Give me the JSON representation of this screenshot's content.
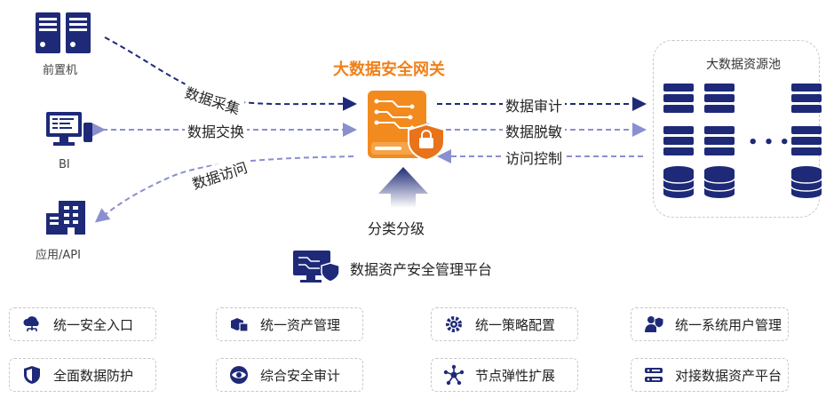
{
  "sources": {
    "front_machine": "前置机",
    "bi": "BI",
    "app_api": "应用/API"
  },
  "flows_left": {
    "collect": "数据采集",
    "exchange": "数据交换",
    "access": "数据访问"
  },
  "gateway": {
    "title": "大数据安全网关",
    "classify": "分类分级"
  },
  "flows_right": {
    "audit": "数据审计",
    "mask": "数据脱敏",
    "access_control": "访问控制"
  },
  "pool": {
    "title": "大数据资源池",
    "ellipsis": "• • •"
  },
  "platform": {
    "title": "数据资产安全管理平台"
  },
  "features": [
    {
      "label": "统一安全入口",
      "icon": "cloud-network-icon"
    },
    {
      "label": "统一资产管理",
      "icon": "boxes-icon"
    },
    {
      "label": "统一策略配置",
      "icon": "gear-icon"
    },
    {
      "label": "统一系统用户管理",
      "icon": "user-shield-icon"
    },
    {
      "label": "全面数据防护",
      "icon": "shield-icon"
    },
    {
      "label": "综合安全审计",
      "icon": "eye-icon"
    },
    {
      "label": "节点弹性扩展",
      "icon": "nodes-icon"
    },
    {
      "label": "对接数据资产平台",
      "icon": "connect-icon"
    }
  ],
  "colors": {
    "navy": "#1e2a78",
    "orange": "#f0801a",
    "dash_blue": "#7e82c8"
  }
}
